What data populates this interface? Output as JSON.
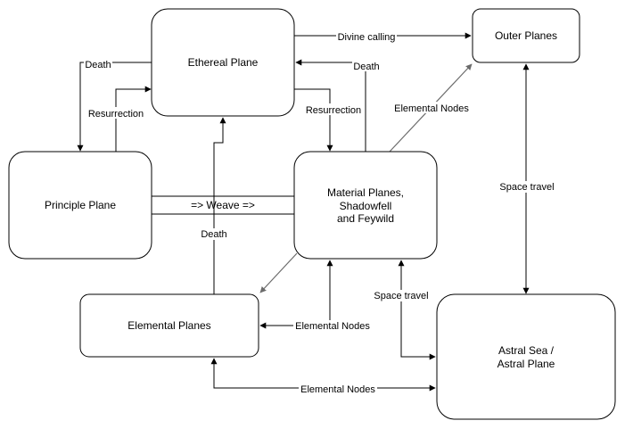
{
  "nodes": {
    "ethereal": "Ethereal Plane",
    "outer": "Outer Planes",
    "principle": "Principle Plane",
    "material": [
      "Material Planes,",
      "Shadowfell",
      "and Feywild"
    ],
    "elemental": "Elemental Planes",
    "astral": [
      "Astral Sea /",
      "Astral Plane"
    ]
  },
  "edges": {
    "divine_calling": "Divine calling",
    "death_left": "Death",
    "resurrection_left": "Resurrection",
    "death_right": "Death",
    "resurrection_right": "Resurrection",
    "elemental_nodes_diag": "Elemental Nodes",
    "space_travel_outer": "Space travel",
    "weave": "=> Weave =>",
    "death_center": "Death",
    "space_travel_astral": "Space travel",
    "elemental_nodes_mid": "Elemental Nodes",
    "elemental_nodes_bottom": "Elemental Nodes"
  },
  "colors": {
    "stroke": "#000000",
    "diagonal_stroke": "#6b6b6b",
    "background": "#ffffff"
  }
}
